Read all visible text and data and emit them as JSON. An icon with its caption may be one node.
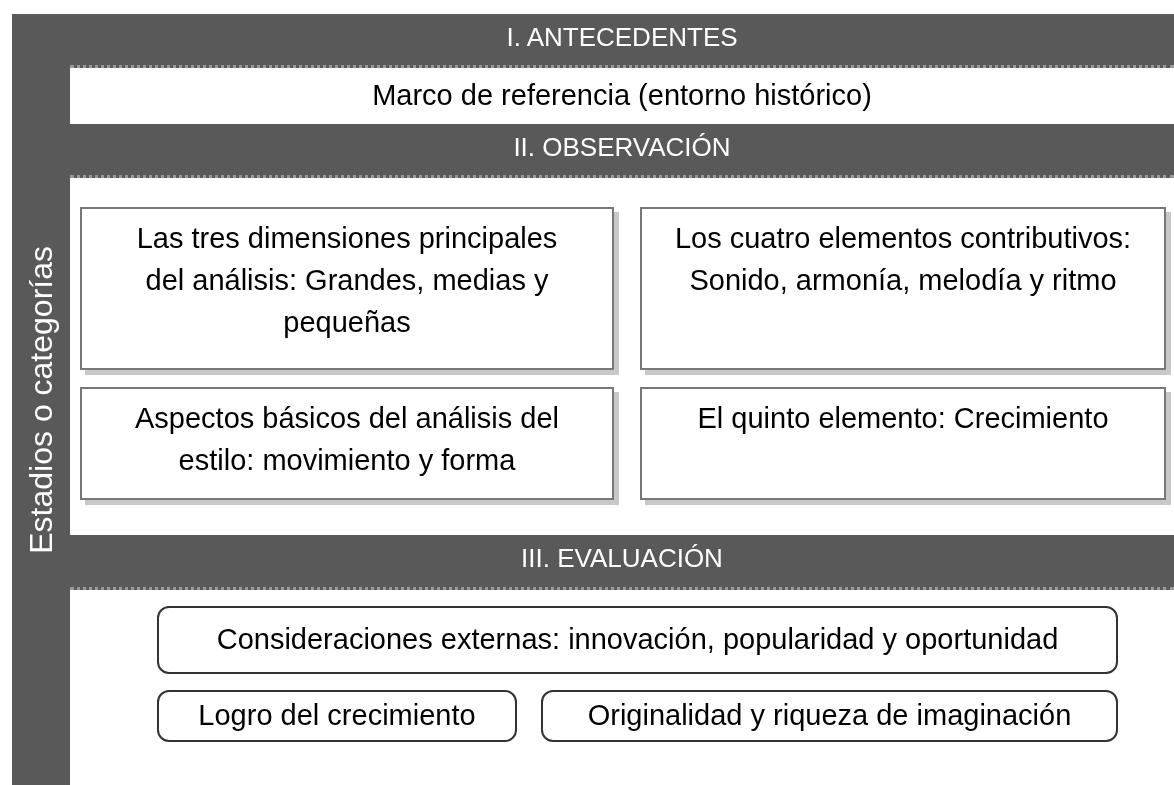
{
  "diagram": {
    "nodes": [
      {
        "text": [
          "Estadios o categorías"
        ]
      },
      {
        "text": [
          "I. ANTECEDENTES"
        ]
      },
      {
        "text": [
          "Marco de referencia (entorno histórico)"
        ]
      },
      {
        "text": [
          "II. OBSERVACIÓN"
        ]
      },
      {
        "text": [
          "Las tres dimensiones principales del análisis: Grandes, medias y pequeñas"
        ]
      },
      {
        "text": [
          "Los cuatro elementos contributivos: Sonido, armonía, melodía y ritmo"
        ]
      },
      {
        "text": [
          "Aspectos básicos del análisis del estilo: movimiento y forma"
        ]
      },
      {
        "text": [
          "El quinto elemento: Crecimiento"
        ]
      },
      {
        "text": [
          "III. EVALUACIÓN"
        ]
      },
      {
        "text": [
          "Consideraciones externas: innovación, popularidad y oportunidad"
        ]
      },
      {
        "text": [
          "Logro del crecimiento"
        ]
      },
      {
        "text": [
          "Originalidad y riqueza de imaginación"
        ]
      }
    ]
  }
}
